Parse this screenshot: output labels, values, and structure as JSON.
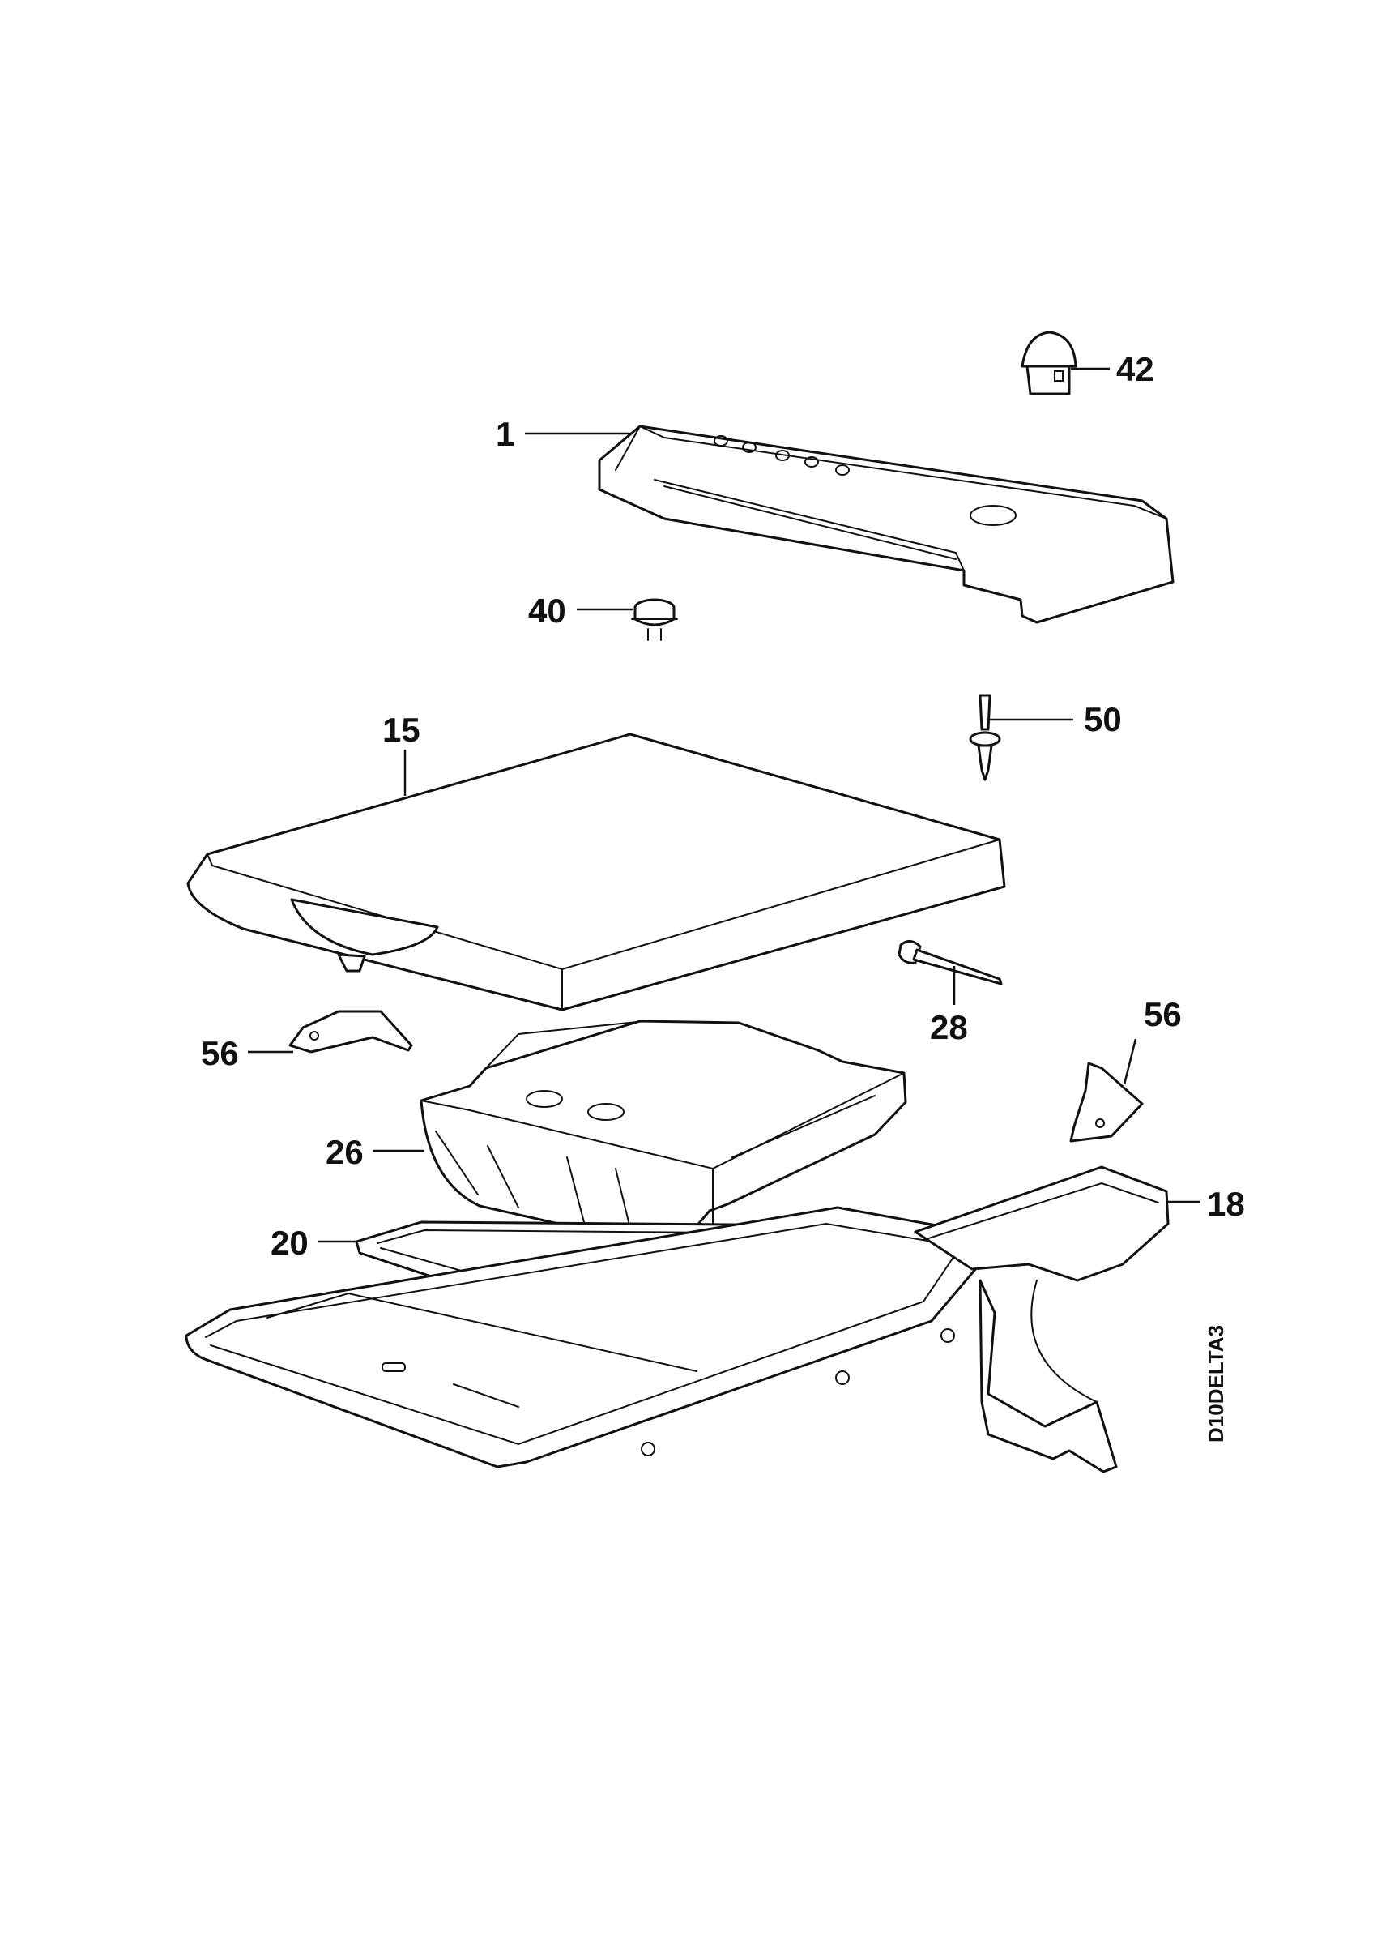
{
  "callouts": {
    "c1": "1",
    "c15": "15",
    "c18": "18",
    "c20": "20",
    "c26": "26",
    "c28": "28",
    "c40": "40",
    "c42": "42",
    "c50": "50",
    "c56_left": "56",
    "c56_right": "56"
  },
  "drawing_code": "D10DELTA3",
  "colors": {
    "ink": "#111111",
    "paper": "#ffffff"
  }
}
